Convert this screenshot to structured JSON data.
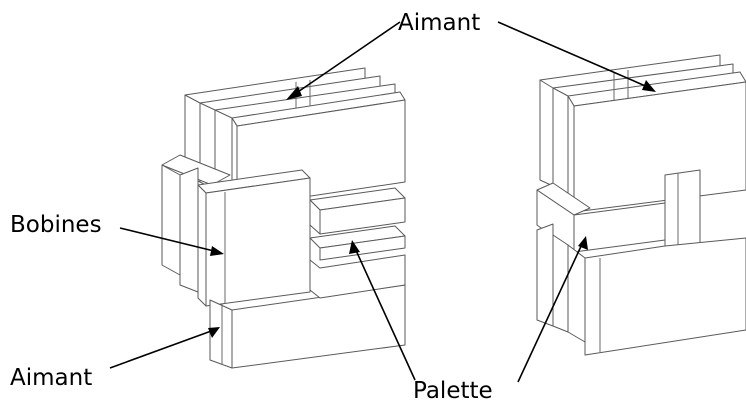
{
  "labels": {
    "top_magnet": "Aimant",
    "coils": "Bobines",
    "bottom_magnet": "Aimant",
    "pallet": "Palette"
  }
}
